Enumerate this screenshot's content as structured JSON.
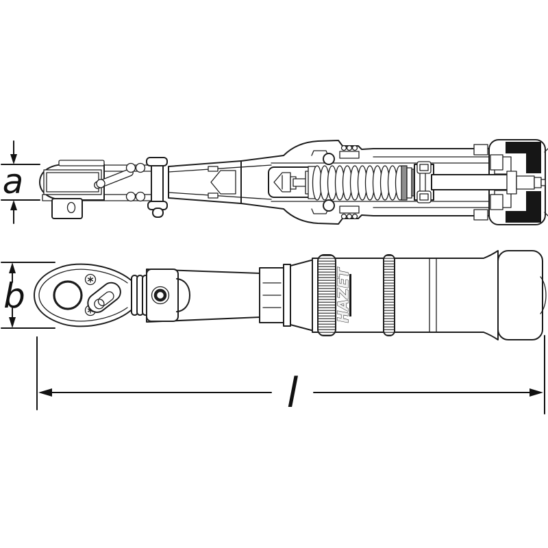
{
  "page": {
    "background": "#ffffff",
    "line_color": "#1c1c1c",
    "description_visible_text_only": true
  },
  "labels": {
    "dim_a": "a",
    "dim_b": "b",
    "dim_l": "l",
    "brand": "HAZET"
  }
}
